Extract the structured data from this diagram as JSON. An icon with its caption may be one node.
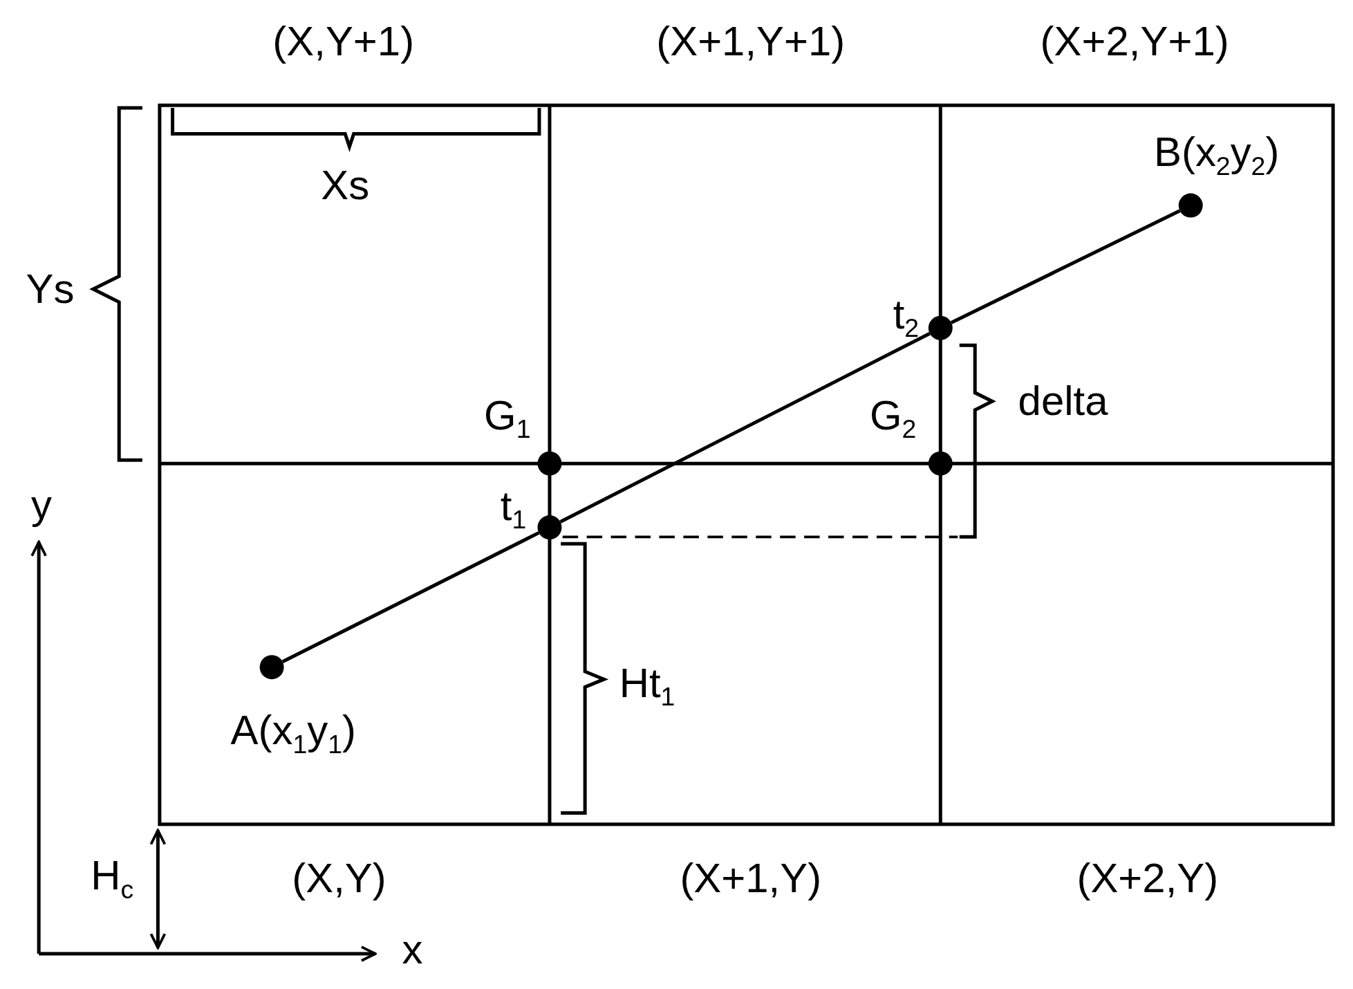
{
  "diagram": {
    "nodes": [
      {
        "text": [],
        "shape": "circle",
        "beside": [
          "B(x$_{2}$y$_{2}$)"
        ]
      },
      {
        "text": [],
        "shape": "circle",
        "beside": [
          "t$_{2}$"
        ]
      },
      {
        "text": [],
        "shape": "circle",
        "beside": [
          "G$_{1}$"
        ]
      },
      {
        "text": [],
        "shape": "circle",
        "beside": [
          "G$_{2}$"
        ]
      },
      {
        "text": [],
        "shape": "circle",
        "beside": [
          "t$_{1}$"
        ]
      },
      {
        "text": [],
        "shape": "circle",
        "beside": [
          "A(x$_{1}$y$_{1}$)"
        ]
      }
    ],
    "edges": [
      {
        "from": 5,
        "to": 4,
        "arrow": "none"
      },
      {
        "from": 4,
        "to": 1,
        "arrow": "none"
      },
      {
        "from": 1,
        "to": 0,
        "arrow": "none"
      }
    ],
    "labels": [
      "(X,Y+1)",
      "(X+1,Y+1)",
      "(X+2,Y+1)",
      "Xs",
      "Ys",
      "delta",
      "y",
      "Ht$_{1}$",
      "H$_{c}$",
      "(X,Y)",
      "(X+1,Y)",
      "(X+2,Y)",
      "x"
    ]
  }
}
